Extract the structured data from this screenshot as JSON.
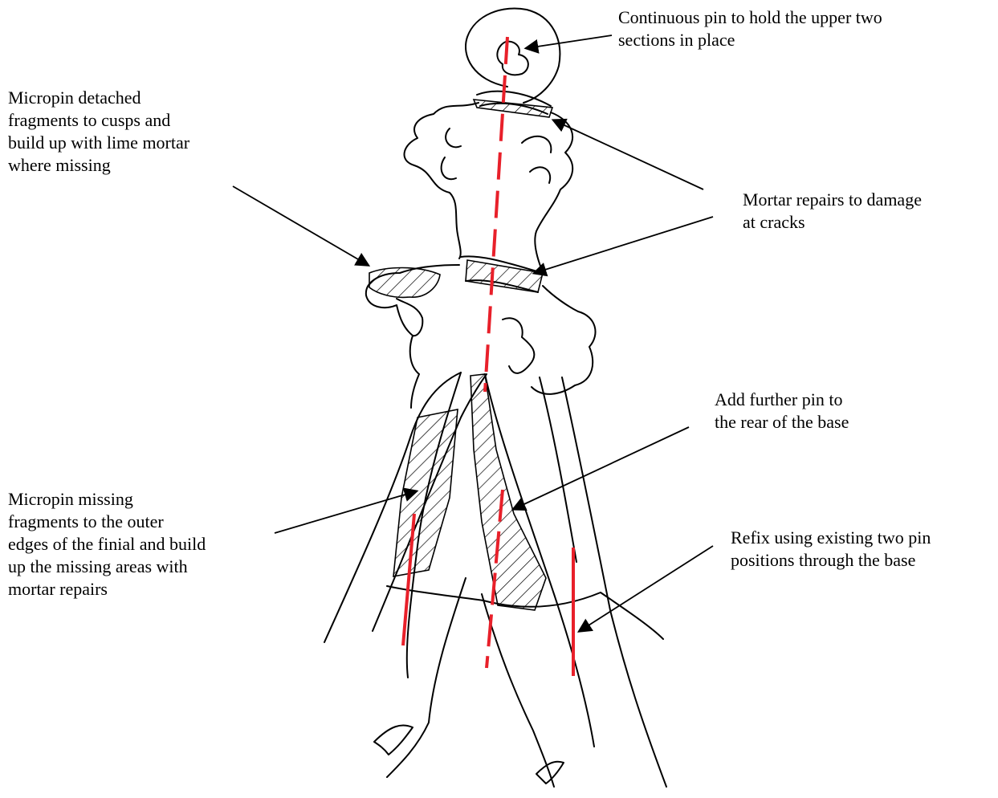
{
  "annotations": {
    "continuous_pin": [
      "Continuous pin to hold the upper two",
      "sections in place"
    ],
    "micropin_detached": [
      "Micropin detached",
      "fragments to cusps and",
      "build up with lime mortar",
      "where missing"
    ],
    "mortar_repairs": [
      "Mortar repairs to damage",
      "at cracks"
    ],
    "further_pin": [
      "Add further pin to",
      "the rear of the base"
    ],
    "micropin_missing": [
      "Micropin missing",
      "fragments to the outer",
      "edges of the finial and build",
      "up the missing areas with",
      "mortar repairs"
    ],
    "refix": [
      "Refix using existing two pin",
      "positions through the base"
    ]
  },
  "colors": {
    "pin": "#e8202a",
    "ink": "#000000",
    "background": "#ffffff"
  }
}
